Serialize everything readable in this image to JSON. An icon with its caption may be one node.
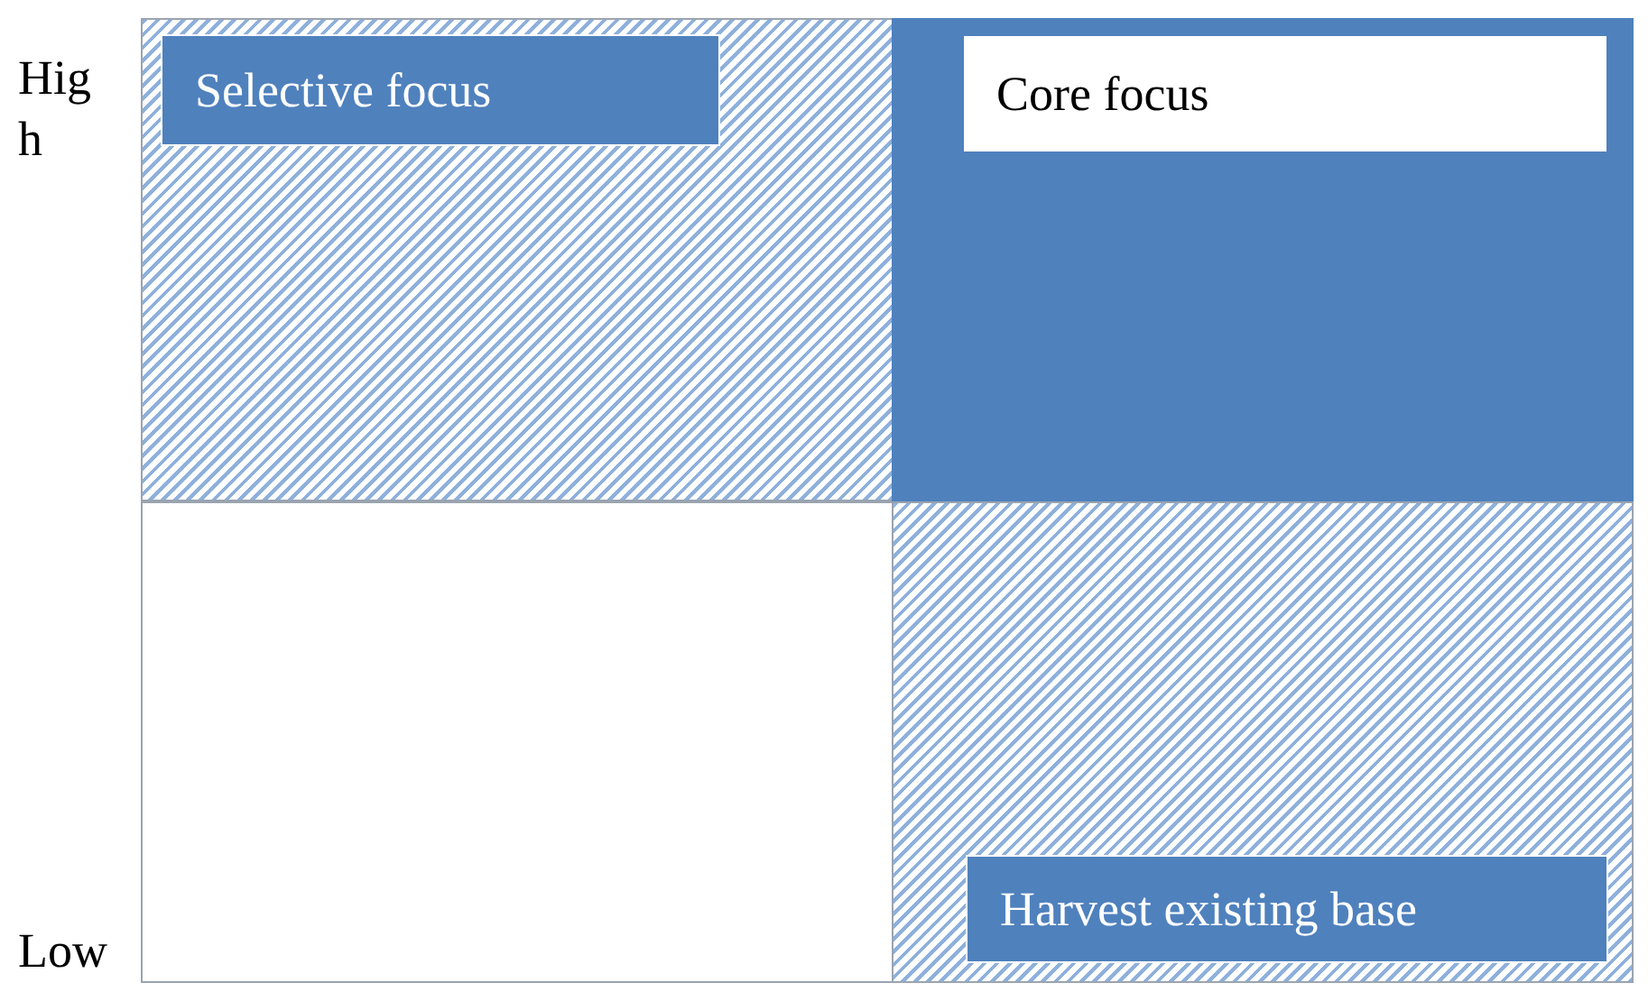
{
  "diagram": {
    "nodes": [
      {
        "text": [],
        "shape": "box"
      },
      {
        "text": [
          "Selective focus"
        ],
        "in": 0
      },
      {
        "text": [],
        "shape": "box"
      },
      {
        "text": [
          "Core focus"
        ],
        "in": 2
      },
      {
        "text": [],
        "shape": "box"
      },
      {
        "text": [],
        "shape": "box"
      },
      {
        "text": [
          "Harvest existing base"
        ],
        "in": 5
      }
    ],
    "edges": [],
    "labels": [
      "High",
      "Low"
    ]
  }
}
